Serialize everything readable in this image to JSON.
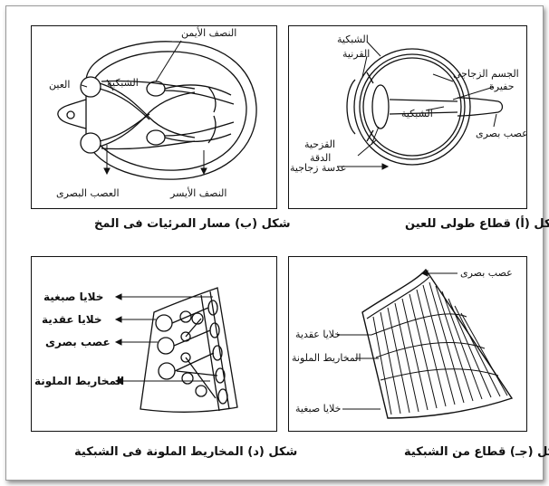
{
  "panels": {
    "eye": {
      "caption": "شكل (أ) قطاع طولى للعين",
      "labels": {
        "retina_top": "الشبكية",
        "cornea": "القرنية",
        "vitreous": "الجسم الزجاجى",
        "fovea": "حفيرة",
        "retina_mid": "الشبكية",
        "optic_nerve": "عصب بصرى",
        "iris": "القزحية",
        "pupil": "الدقة",
        "lens": "عدسة زجاجية"
      }
    },
    "brain": {
      "caption": "شكل (ب) مسار المرئيات فى المخ",
      "labels": {
        "right_half": "النصف الأيمن",
        "eye": "العين",
        "retina": "الشبكية",
        "optic_nerve": "العصب البصرى",
        "left_half": "النصف الأيسر"
      }
    },
    "retina_section": {
      "caption": "شكل (جـ) قطاع من الشبكية",
      "labels": {
        "optic_nerve": "عصب بصرى",
        "ganglion": "خلايا عقدية",
        "cones": "المخاريط الملونة",
        "pigment": "خلايا صبغية"
      }
    },
    "cones": {
      "caption": "شكل (د) المخاريط الملونة فى الشبكية",
      "labels": {
        "pigment": "خلايا صبغية",
        "ganglion": "خلايا عقدية",
        "optic_nerve": "عصب بصرى",
        "cones": "المخاريط الملونة"
      }
    }
  }
}
